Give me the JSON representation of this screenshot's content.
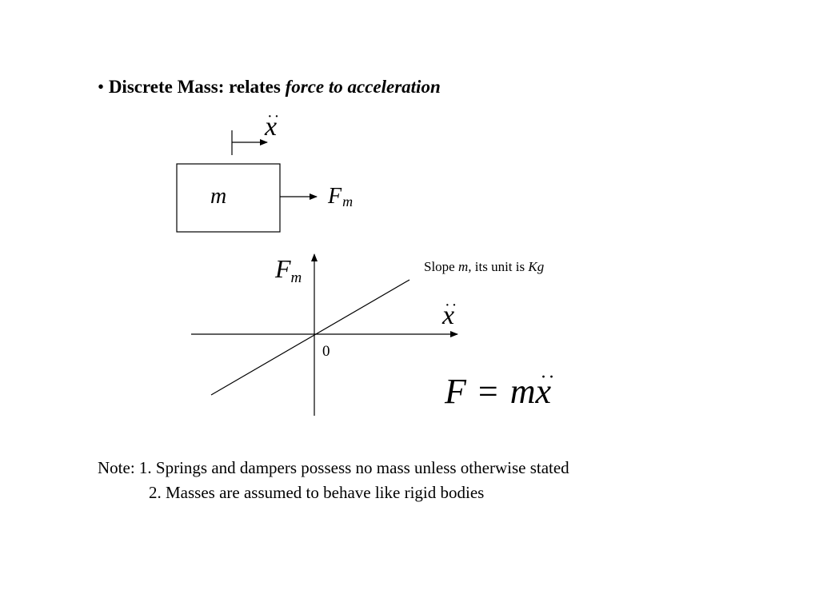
{
  "heading": {
    "bullet": "•",
    "bold_text": "Discrete Mass: relates",
    "italic_text": "force to acceleration"
  },
  "mass_diagram": {
    "mass_label": "m",
    "force_symbol": "F",
    "force_subscript": "m",
    "accel_symbol": "x"
  },
  "graph": {
    "y_axis_symbol": "F",
    "y_axis_subscript": "m",
    "x_axis_symbol": "x",
    "origin_label": "0",
    "slope_prefix": "Slope",
    "slope_var": "m,",
    "slope_middle": "its unit is",
    "slope_unit": "Kg"
  },
  "equation": {
    "lhs": "F",
    "equals": "=",
    "m": "m",
    "x": "x"
  },
  "notes": {
    "line1": "Note: 1. Springs and dampers possess no mass unless otherwise stated",
    "line2": "2. Masses are assumed to behave like rigid bodies"
  }
}
